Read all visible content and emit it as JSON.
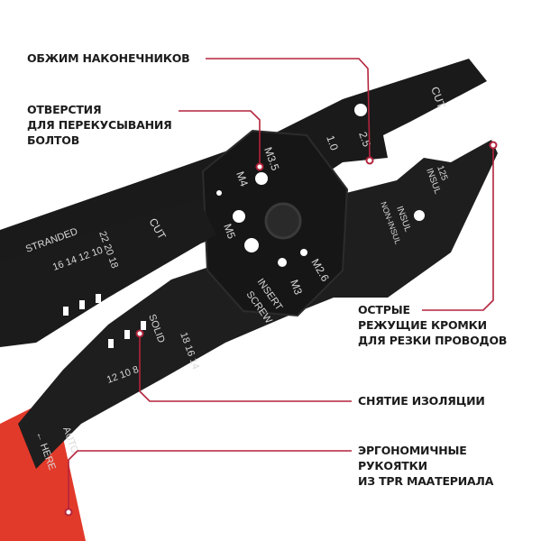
{
  "accent_color": "#b3243c",
  "tool_color": "#1a1a1a",
  "handle_color": "#e23a2a",
  "callouts": [
    {
      "id": "crimp",
      "lines": [
        "ОБЖИМ НАКОНЕЧНИКОВ"
      ]
    },
    {
      "id": "bolt-holes",
      "lines": [
        "ОТВЕРСТИЯ",
        "ДЛЯ ПЕРЕКУСЫВАНИЯ",
        "БОЛТОВ"
      ]
    },
    {
      "id": "cutting-edges",
      "lines": [
        "ОСТРЫЕ",
        "РЕЖУЩИЕ КРОМКИ",
        "ДЛЯ РЕЗКИ ПРОВОДОВ"
      ]
    },
    {
      "id": "stripping",
      "lines": [
        "СНЯТИЕ ИЗОЛЯЦИИ"
      ]
    },
    {
      "id": "handles",
      "lines": [
        "ЭРГОНОМИЧНЫЕ",
        "РУКОЯТКИ",
        "ИЗ TPR МААТЕРИАЛА"
      ]
    }
  ],
  "tool_markings": {
    "cut_top": "CUT",
    "size_1": "1.0",
    "size_2": "2.5",
    "insul_125": "125",
    "insul": "INSUL",
    "insul2": "INSUL",
    "non_insul": "NON-INSUL",
    "m35": "M3.5",
    "m4": "M4",
    "m5": "M5",
    "m3": "M3",
    "m26": "M2.6",
    "insert": "INSERT",
    "screw": "SCREW",
    "cut_left": "CUT",
    "stranded": "STRANDED",
    "stranded_row1": "22 20 18",
    "stranded_row2": "16 14 12 10",
    "solid": "SOLID",
    "solid_row1": "18 16 14",
    "solid_row2": "12 10 8",
    "auto": "AUTO",
    "here": "← HERE"
  }
}
